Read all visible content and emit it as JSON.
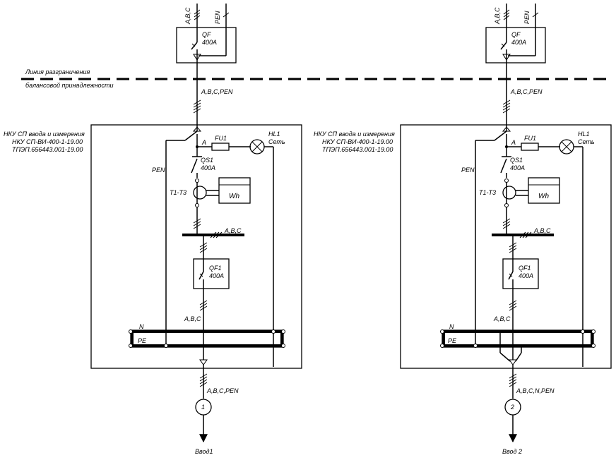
{
  "boundary": {
    "line1": "Линия разграничения",
    "line2": "балансовой принадлежности"
  },
  "inputs": [
    {
      "feed_abc": "A,B,C",
      "feed_pen": "PEN",
      "qf_name": "QF",
      "qf_rating": "400A",
      "line_after_qf": "A,B,C,PEN",
      "panel_title_1": "НКУ СП ввода и измерения",
      "panel_title_2": "НКУ СП-ВИ-400-1-19.00",
      "panel_title_3": "ТПЭП.656443.001-19.00",
      "phase_a": "A",
      "fuse": "FU1",
      "lamp_name": "HL1",
      "lamp_label": "Сеть",
      "pen_label": "PEN",
      "qs_name": "QS1",
      "qs_rating": "400A",
      "ct_label": "T1-T3",
      "meter": "Wh",
      "bus_abc": "A,B,C",
      "qf1_name": "QF1",
      "qf1_rating": "400A",
      "line_abc": "A,B,C",
      "bus_n": "N",
      "bus_pe": "PE",
      "out_line": "A,B,C,PEN",
      "circle_num": "1",
      "out_name": "Ввод1"
    },
    {
      "feed_abc": "A,B,C",
      "feed_pen": "PEN",
      "qf_name": "QF",
      "qf_rating": "400A",
      "line_after_qf": "A,B,C,PEN",
      "panel_title_1": "НКУ СП ввода и измерения",
      "panel_title_2": "НКУ СП-ВИ-400-1-19.00",
      "panel_title_3": "ТПЭП.656443.001-19.00",
      "phase_a": "A",
      "fuse": "FU1",
      "lamp_name": "HL1",
      "lamp_label": "Сеть",
      "pen_label": "PEN",
      "qs_name": "QS1",
      "qs_rating": "400A",
      "ct_label": "T1-T3",
      "meter": "Wh",
      "bus_abc": "A,B,C",
      "qf1_name": "QF1",
      "qf1_rating": "400A",
      "line_abc": "A,B,C",
      "bus_n": "N",
      "bus_pe": "PE",
      "out_line": "A,B,C,N,PEN",
      "circle_num": "2",
      "out_name": "Ввод 2"
    }
  ]
}
